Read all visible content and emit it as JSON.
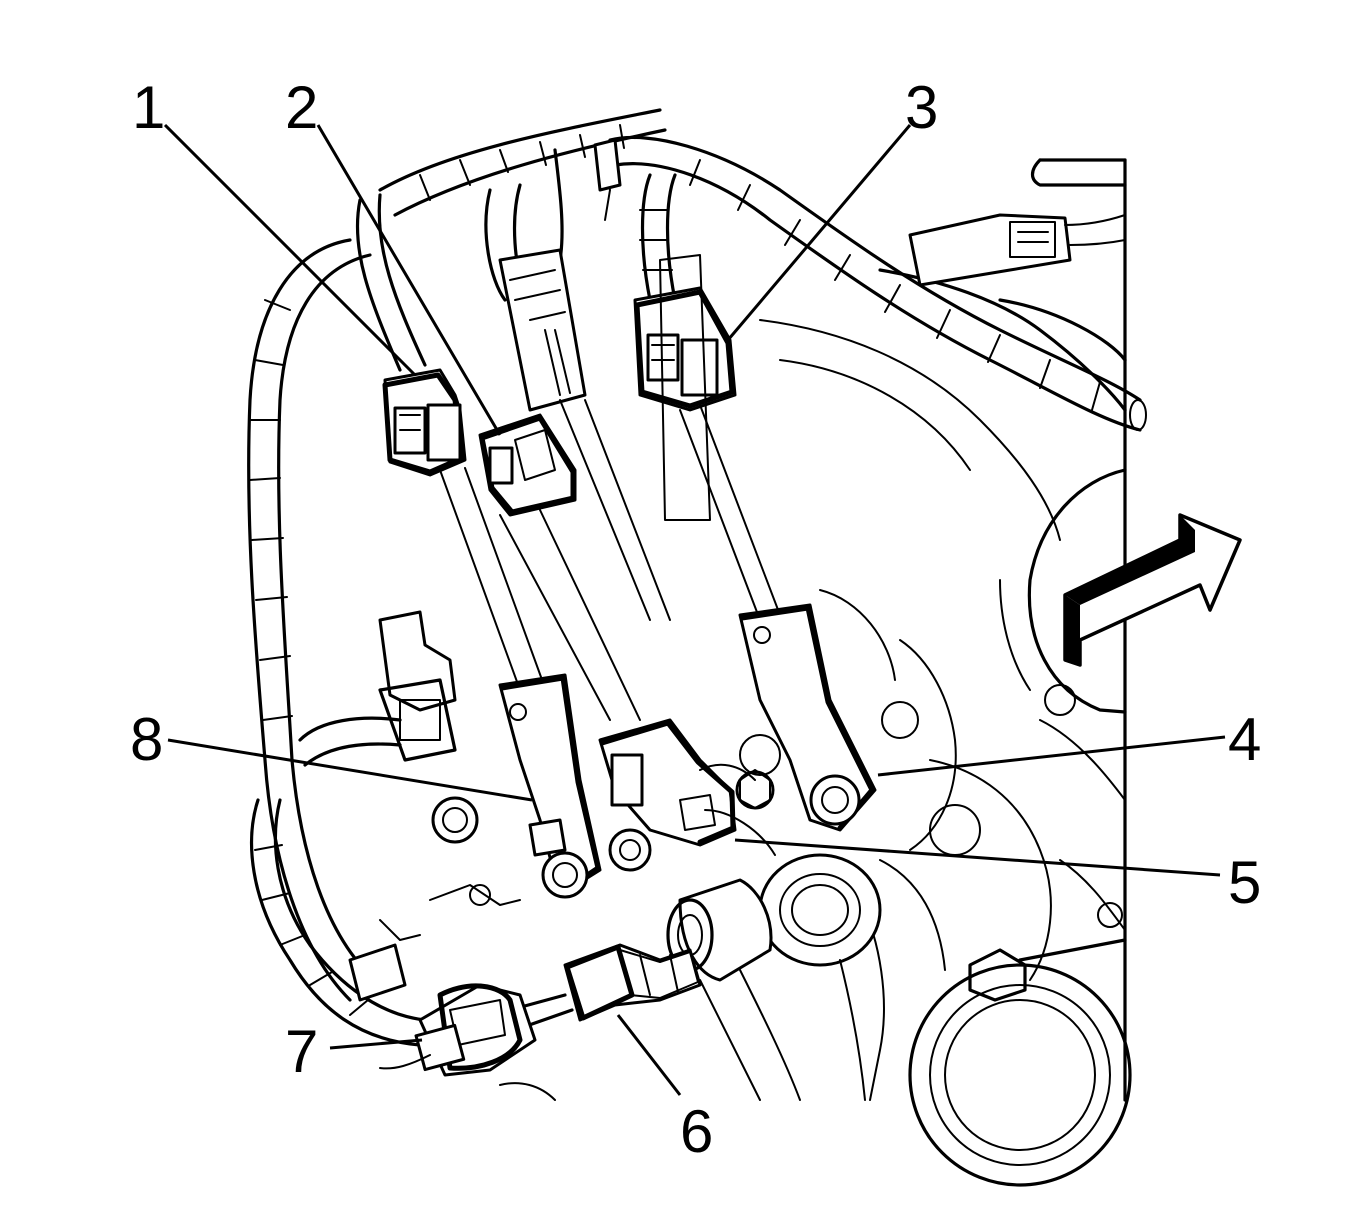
{
  "diagram": {
    "callouts": [
      {
        "id": "1",
        "label": "1"
      },
      {
        "id": "2",
        "label": "2"
      },
      {
        "id": "3",
        "label": "3"
      },
      {
        "id": "4",
        "label": "4"
      },
      {
        "id": "5",
        "label": "5"
      },
      {
        "id": "6",
        "label": "6"
      },
      {
        "id": "7",
        "label": "7"
      },
      {
        "id": "8",
        "label": "8"
      }
    ],
    "direction_arrow_icon": "front-direction-arrow-icon"
  }
}
